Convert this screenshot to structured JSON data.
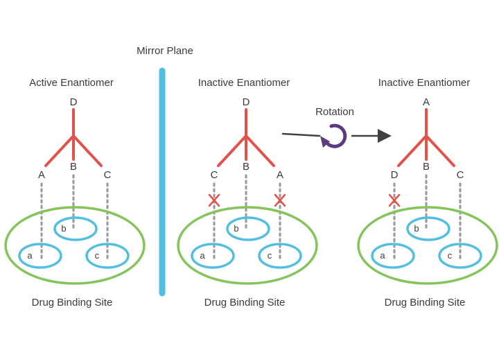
{
  "mirror_plane": {
    "label": "Mirror Plane",
    "color": "#52bfe0"
  },
  "rotation": {
    "label": "Rotation",
    "arrow_color": "#414141",
    "rotation_icon_color": "#5b3a7e"
  },
  "colors": {
    "substituent_bonds": "#e0524a",
    "binding_pockets": "#52bfe0",
    "binding_site": "#84c45a",
    "interaction_lines": "#9b9b9b",
    "mismatch_mark": "#e0524a"
  },
  "panels": [
    {
      "title": "Active Enantiomer",
      "top_label": "D",
      "left_label": "A",
      "middle_label": "B",
      "right_label": "C",
      "pockets": {
        "left": "a",
        "middle": "b",
        "right": "c"
      },
      "mismatch": {
        "left": false,
        "right": false
      },
      "site_label": "Drug Binding Site"
    },
    {
      "title": "Inactive Enantiomer",
      "top_label": "D",
      "left_label": "C",
      "middle_label": "B",
      "right_label": "A",
      "pockets": {
        "left": "a",
        "middle": "b",
        "right": "c"
      },
      "mismatch": {
        "left": true,
        "right": true
      },
      "site_label": "Drug Binding Site"
    },
    {
      "title": "Inactive Enantiomer",
      "top_label": "A",
      "left_label": "D",
      "middle_label": "B",
      "right_label": "C",
      "pockets": {
        "left": "a",
        "middle": "b",
        "right": "c"
      },
      "mismatch": {
        "left": true,
        "right": false
      },
      "site_label": "Drug Binding Site"
    }
  ]
}
